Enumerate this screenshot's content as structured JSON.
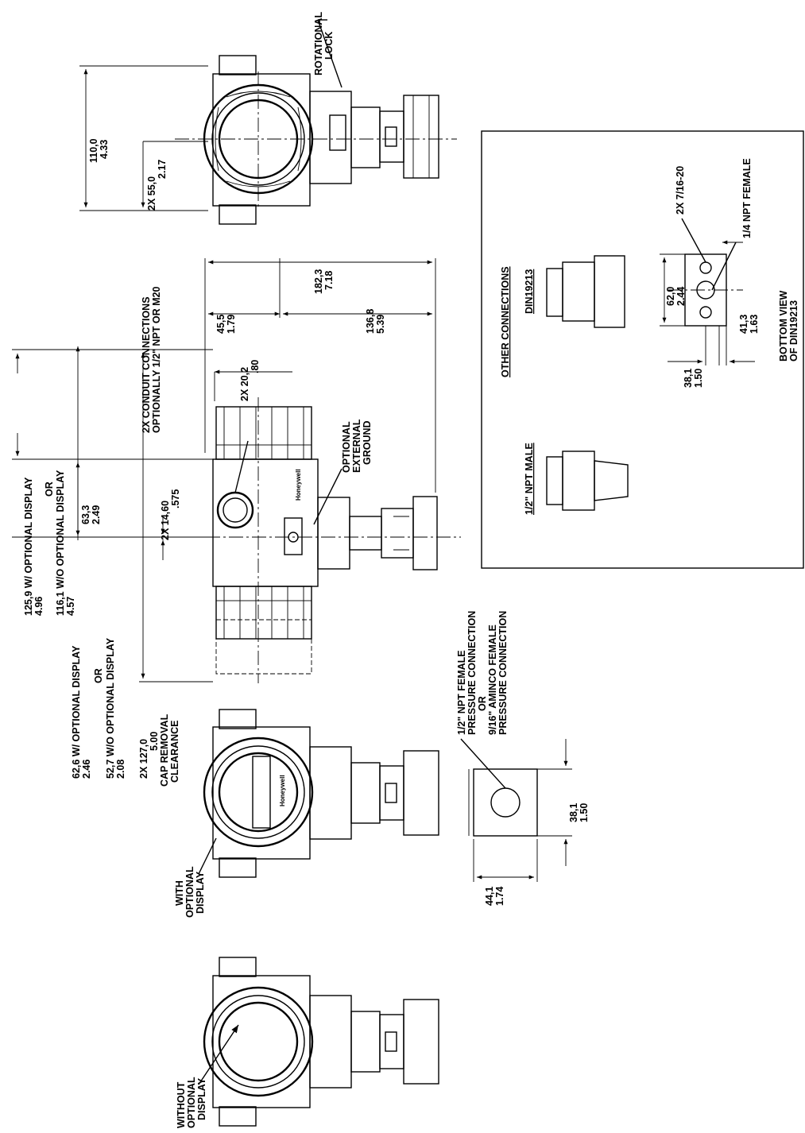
{
  "annotations": {
    "rotational_lock": [
      "ROTATIONAL",
      "LOCK"
    ],
    "top_height": [
      "110,0",
      "4.33"
    ],
    "top_half": [
      "2X  55,0",
      "2.17"
    ],
    "conduit": [
      "2X CONDUIT CONNECTIONS",
      "OPTIONALLY 1/2\" NPT OR M20"
    ],
    "overall_182": [
      "182,3",
      "7.18"
    ],
    "dim_45": [
      "45,5",
      "1.79"
    ],
    "dim_136": [
      "136,8",
      "5.39"
    ],
    "dim_20": [
      "2X  20,2",
      ".80"
    ],
    "optional_ground": [
      "OPTIONAL",
      "EXTERNAL",
      "GROUND"
    ],
    "dim_14": [
      "2X  14,60",
      ".575"
    ],
    "dim_63": [
      "63,3",
      "2.49"
    ],
    "with_display_1": [
      "125,9  W/  OPTIONAL  DISPLAY",
      "4.96"
    ],
    "or_1": "OR",
    "without_display_1": [
      "116,1  W/O  OPTIONAL  DISPLAY",
      "4.57"
    ],
    "with_display_2": [
      "62,6  W/  OPTIONAL  DISPLAY",
      "2.46"
    ],
    "or_2": "OR",
    "without_display_2": [
      "52,7  W/O  OPTIONAL  DISPLAY",
      "2.08"
    ],
    "cap_removal": [
      "2X  127,0",
      "5.00",
      "CAP  REMOVAL",
      "CLEARANCE"
    ],
    "pressure_conn": [
      "1/2\" NPT FEMALE",
      "PRESSURE CONNECTION",
      "OR",
      "9/16\" AMINCO FEMALE",
      "PRESSURE CONNECTION"
    ],
    "dim_44": [
      "44,1",
      "1.74"
    ],
    "dim_38_a": [
      "38,1",
      "1.50"
    ],
    "with_optional_display": [
      "WITH",
      "OPTIONAL",
      "DISPLAY"
    ],
    "without_optional_display": [
      "WITHOUT",
      "OPTIONAL",
      "DISPLAY"
    ],
    "other_connections": "OTHER  CONNECTIONS",
    "din19213": "DIN19213",
    "npt_male": "1/2\"  NPT  MALE",
    "dim_7_16": "2X  7/16-20",
    "npt_female_14": "1/4  NPT  FEMALE",
    "dim_62": [
      "62,0",
      "2.44"
    ],
    "dim_41": [
      "41,3",
      "1.63"
    ],
    "bottom_view": [
      "BOTTOM  VIEW",
      "OF  DIN19213"
    ],
    "dim_38_b": [
      "38,1",
      "1.50"
    ],
    "brand": "Honeywell"
  }
}
